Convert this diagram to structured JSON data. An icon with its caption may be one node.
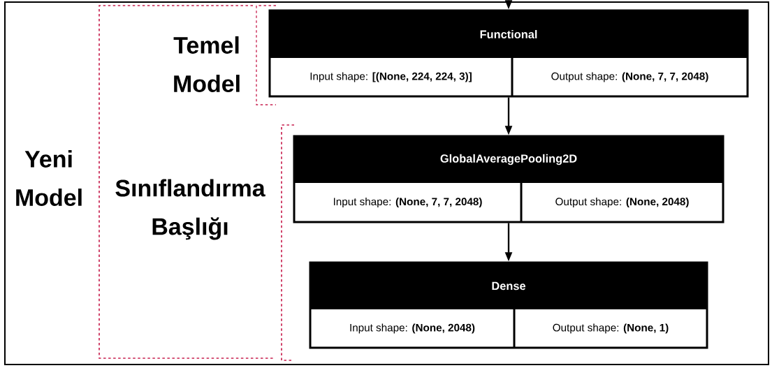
{
  "diagram": {
    "nodes": [
      {
        "text": [
          "Functional",
          "Input shape: **[(None, 224, 224, 3)]**",
          "Output shape: **(None, 7, 7, 2048)**"
        ]
      },
      {
        "text": [
          "GlobalAveragePooling2D",
          "Input shape: **(None, 7, 7, 2048)**",
          "Output shape: **(None, 2048)**"
        ]
      },
      {
        "text": [
          "Dense",
          "Input shape: **(None, 2048)**",
          "Output shape: **(None, 1)**"
        ]
      }
    ],
    "edges": [
      {
        "from": null,
        "to": 0,
        "arrow": "to"
      },
      {
        "from": 0,
        "to": 1,
        "arrow": "to"
      },
      {
        "from": 1,
        "to": 2,
        "arrow": "to"
      }
    ],
    "labels": [
      "Temel Model",
      "Yeni Model",
      "Sınıflandırma Başlığı"
    ]
  }
}
